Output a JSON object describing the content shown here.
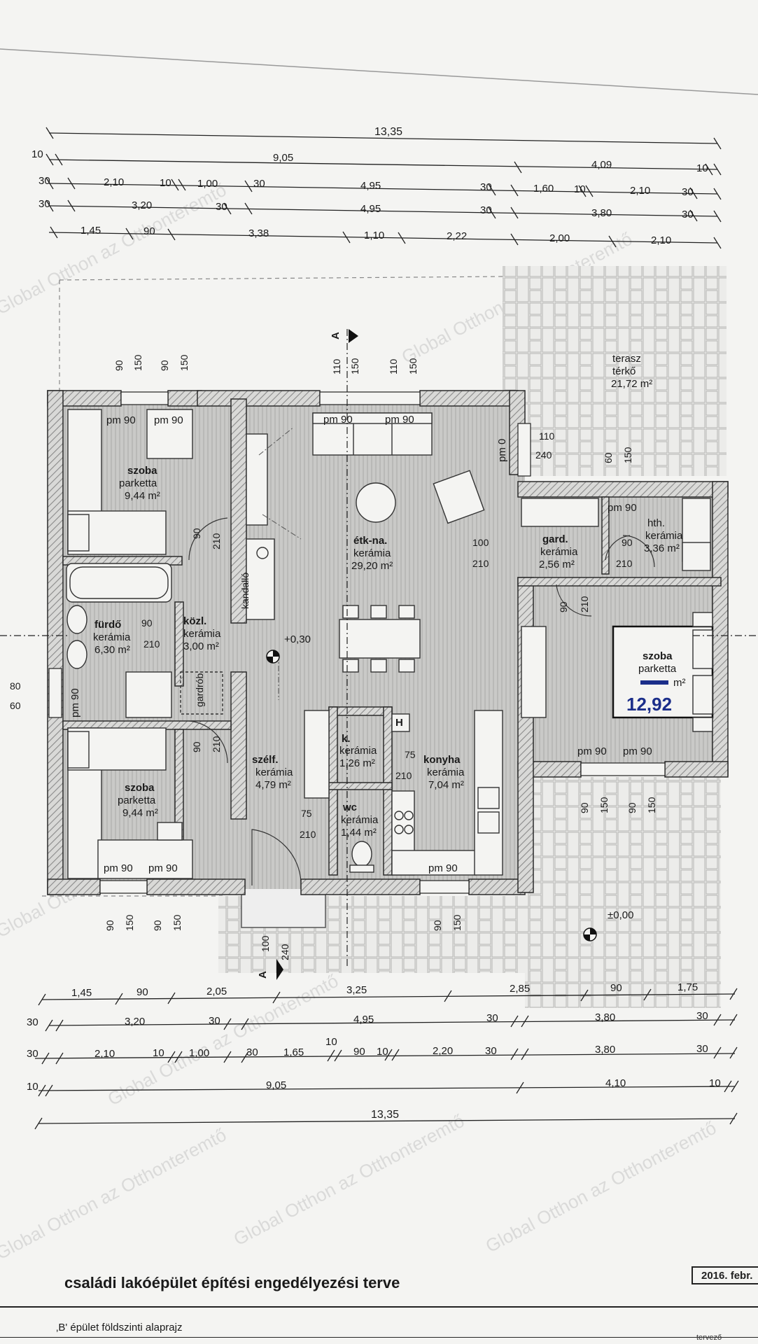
{
  "watermark": "Global Otthon az Otthonteremtő",
  "dims_top": {
    "r1": [
      "13,35"
    ],
    "r2": [
      "10",
      "9,05",
      "4,09",
      "10"
    ],
    "r3": [
      "30",
      "2,10",
      "10",
      "1,00",
      "30",
      "4,95",
      "30",
      "1,60",
      "10",
      "2,10",
      "30"
    ],
    "r4": [
      "30",
      "3,20",
      "30",
      "4,95",
      "30",
      "3,80",
      "30"
    ],
    "r5": [
      "1,45",
      "90",
      "3,38",
      "1,10",
      "2,22",
      "2,00",
      "2,10"
    ]
  },
  "dims_bottom": {
    "r1": [
      "1,45",
      "90",
      "2,05",
      "3,25",
      "2,85",
      "90",
      "1,75"
    ],
    "r2": [
      "30",
      "3,20",
      "30",
      "4,95",
      "30",
      "3,80",
      "30"
    ],
    "r3": [
      "30",
      "2,10",
      "10",
      "1,00",
      "30",
      "1,65",
      "10",
      "90",
      "10",
      "2,20",
      "30",
      "3,80",
      "30"
    ],
    "r4": [
      "10",
      "9,05",
      "4,10",
      "10"
    ],
    "r5": [
      "13,35"
    ]
  },
  "openings_top": [
    "90",
    "150",
    "90",
    "150",
    "110",
    "150",
    "110",
    "150"
  ],
  "openings_bottom": [
    "90",
    "150",
    "90",
    "150",
    "90",
    "150"
  ],
  "openings_right": [
    "90",
    "150",
    "90",
    "150"
  ],
  "section_mark": "A",
  "rooms": {
    "szoba1": {
      "name": "szoba",
      "mat": "parketta",
      "area": "9,44 m²"
    },
    "etk": {
      "name": "étk-na.",
      "mat": "kerámia",
      "area": "29,20 m²"
    },
    "terasz": {
      "name": "terasz",
      "mat": "térkő",
      "area": "21,72 m²"
    },
    "gard": {
      "name": "gard.",
      "mat": "kerámia",
      "area": "2,56 m²"
    },
    "hth": {
      "name": "hth.",
      "mat": "kerámia",
      "area": "3,36 m²"
    },
    "furdo": {
      "name": "fürdő",
      "mat": "kerámia",
      "area": "6,30 m²"
    },
    "kozl": {
      "name": "közl.",
      "mat": "kerámia",
      "area": "3,00 m²"
    },
    "szoba3": {
      "name": "szoba",
      "mat": "parketta",
      "area": "m²",
      "handwritten": "12,92"
    },
    "k": {
      "name": "k.",
      "mat": "kerámia",
      "area": "1,26 m²"
    },
    "konyha": {
      "name": "konyha",
      "mat": "kerámia",
      "area": "7,04 m²"
    },
    "szelf": {
      "name": "szélf.",
      "mat": "kerámia",
      "area": "4,79 m²"
    },
    "wc": {
      "name": "wc",
      "mat": "kerámia",
      "area": "1,44 m²"
    },
    "szoba2": {
      "name": "szoba",
      "mat": "parketta",
      "area": "9,44 m²"
    }
  },
  "labels": {
    "pm90": "pm 90",
    "pm0": "pm 0",
    "d110": "110",
    "d240": "240",
    "d60": "60",
    "d150": "150",
    "d100": "100",
    "d210": "210",
    "d90": "90",
    "d75": "75",
    "d80": "80",
    "d60b": "60",
    "d240b": "240",
    "d100b": "100",
    "level1": "+0,30",
    "level2": "±0,00",
    "fridge": "H",
    "kandalo": "kandalló",
    "gardrob": "gardrób"
  },
  "title": {
    "main": "családi lakóépület építési engedélyezési terve",
    "sub": "‚B' épület földszinti alaprajz",
    "date": "2016. febr.",
    "corner": "tervező"
  },
  "colors": {
    "wall": "#3c3c3c",
    "handwriting": "#1b2e8a",
    "paper": "#f4f4f2"
  }
}
